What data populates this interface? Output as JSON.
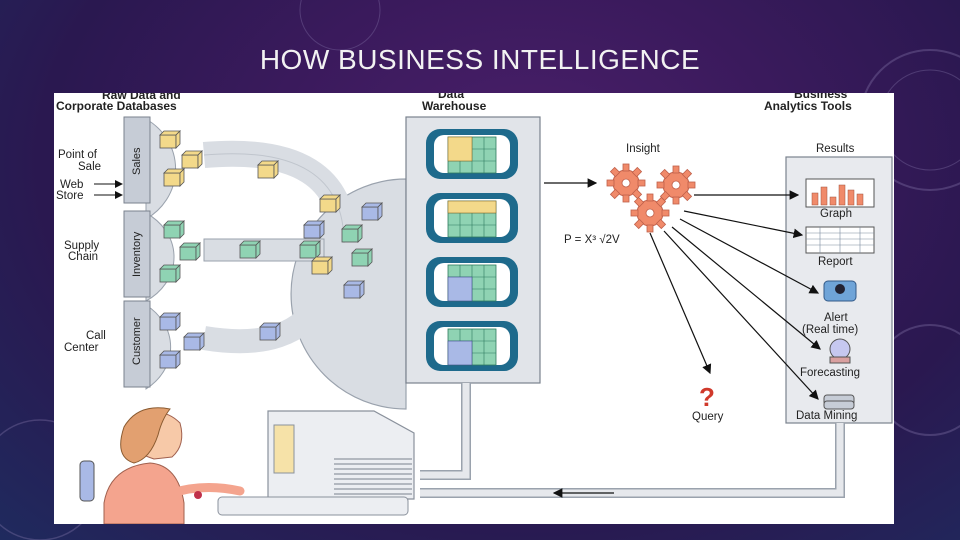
{
  "slide": {
    "title": "HOW BUSINESS INTELLIGENCE"
  },
  "diagram": {
    "raw_data_header": [
      "Raw Data and",
      "Corporate Databases"
    ],
    "warehouse_header": [
      "Data",
      "Warehouse"
    ],
    "tools_header": [
      "Business",
      "Analytics Tools"
    ],
    "sources": [
      {
        "name": "Sales",
        "labels": [
          "Point of",
          "Sale"
        ],
        "extra_labels": [
          "Web",
          "Store"
        ]
      },
      {
        "name": "Inventory",
        "labels": [
          "Supply",
          "Chain"
        ]
      },
      {
        "name": "Customer",
        "labels": [
          "Call",
          "Center"
        ]
      }
    ],
    "insight_label": "Insight",
    "formula": "P = X³ √2V",
    "query_label": "Query",
    "query_symbol": "?",
    "results_label": "Results",
    "results": [
      "Graph",
      "Report",
      "Alert",
      "(Real time)",
      "Forecasting",
      "Data Mining"
    ]
  },
  "colors": {
    "warehouse_blue": "#1e6a8c",
    "gear_orange": "#f08a6a",
    "cube_yellow": "#f3d98a",
    "cube_green": "#8fd3b3",
    "cube_blue": "#a9b9e6",
    "pipe_gray": "#d9dde3"
  }
}
